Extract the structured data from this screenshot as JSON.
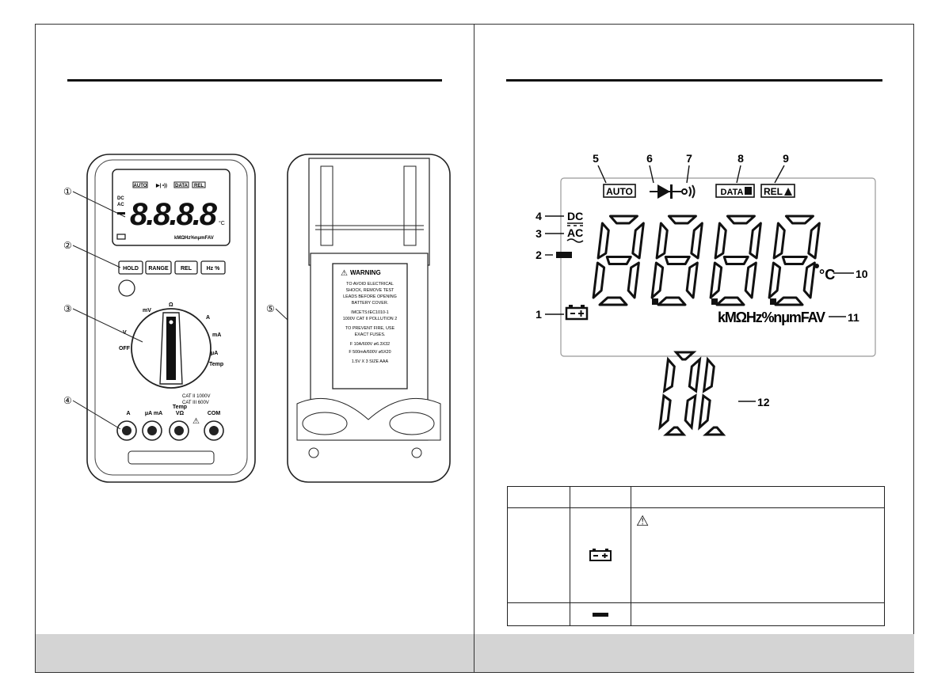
{
  "left": {
    "callouts": [
      "①",
      "②",
      "③",
      "④",
      "⑤"
    ],
    "lcd": {
      "indicators": [
        "AUTO",
        "DATA",
        "REL"
      ],
      "digits": "8.8.8.8",
      "unit": "°C",
      "range_units": "kMΩHz%nμmFAV",
      "dc": "DC",
      "ac": "AC"
    },
    "buttons": [
      "HOLD",
      "RANGE",
      "REL",
      "Hz %"
    ],
    "dial": {
      "labels": [
        "V",
        "mV",
        "Ω",
        "A",
        "mA",
        "μA",
        "Temp",
        "OFF"
      ]
    },
    "cat_rating": [
      "CAT II 1000V",
      "CAT III 600V"
    ],
    "jacks": [
      "A",
      "μA mA",
      "VΩ",
      "COM"
    ],
    "jack_temp": "Temp",
    "back": {
      "warning_title": "WARNING",
      "warning_lines": [
        "TO AVOID ELECTRICAL",
        "SHOCK, REMOVE TEST",
        "LEADS BEFORE OPENING",
        "BATTERY COVER.",
        "IMCETS:IEC1010-1",
        "1000V CAT II  POLLUTION 2",
        "TO PREVENT FIRE, USE",
        "EXACT FUSES.",
        "F 10A/600V  ø6.3X32",
        "F 500mA/600V  ø5X20",
        "1.5V X 3  SIZE AAA"
      ]
    }
  },
  "right": {
    "numbers": [
      "1",
      "2",
      "3",
      "4",
      "5",
      "6",
      "7",
      "8",
      "9",
      "10",
      "11",
      "12"
    ],
    "lcd": {
      "auto": "AUTO",
      "data": "DATA",
      "rel": "REL",
      "dc": "DC",
      "ac": "AC",
      "unit": "°C",
      "range_units": "kMΩHz%nμmFAV"
    },
    "overload": "0L"
  }
}
